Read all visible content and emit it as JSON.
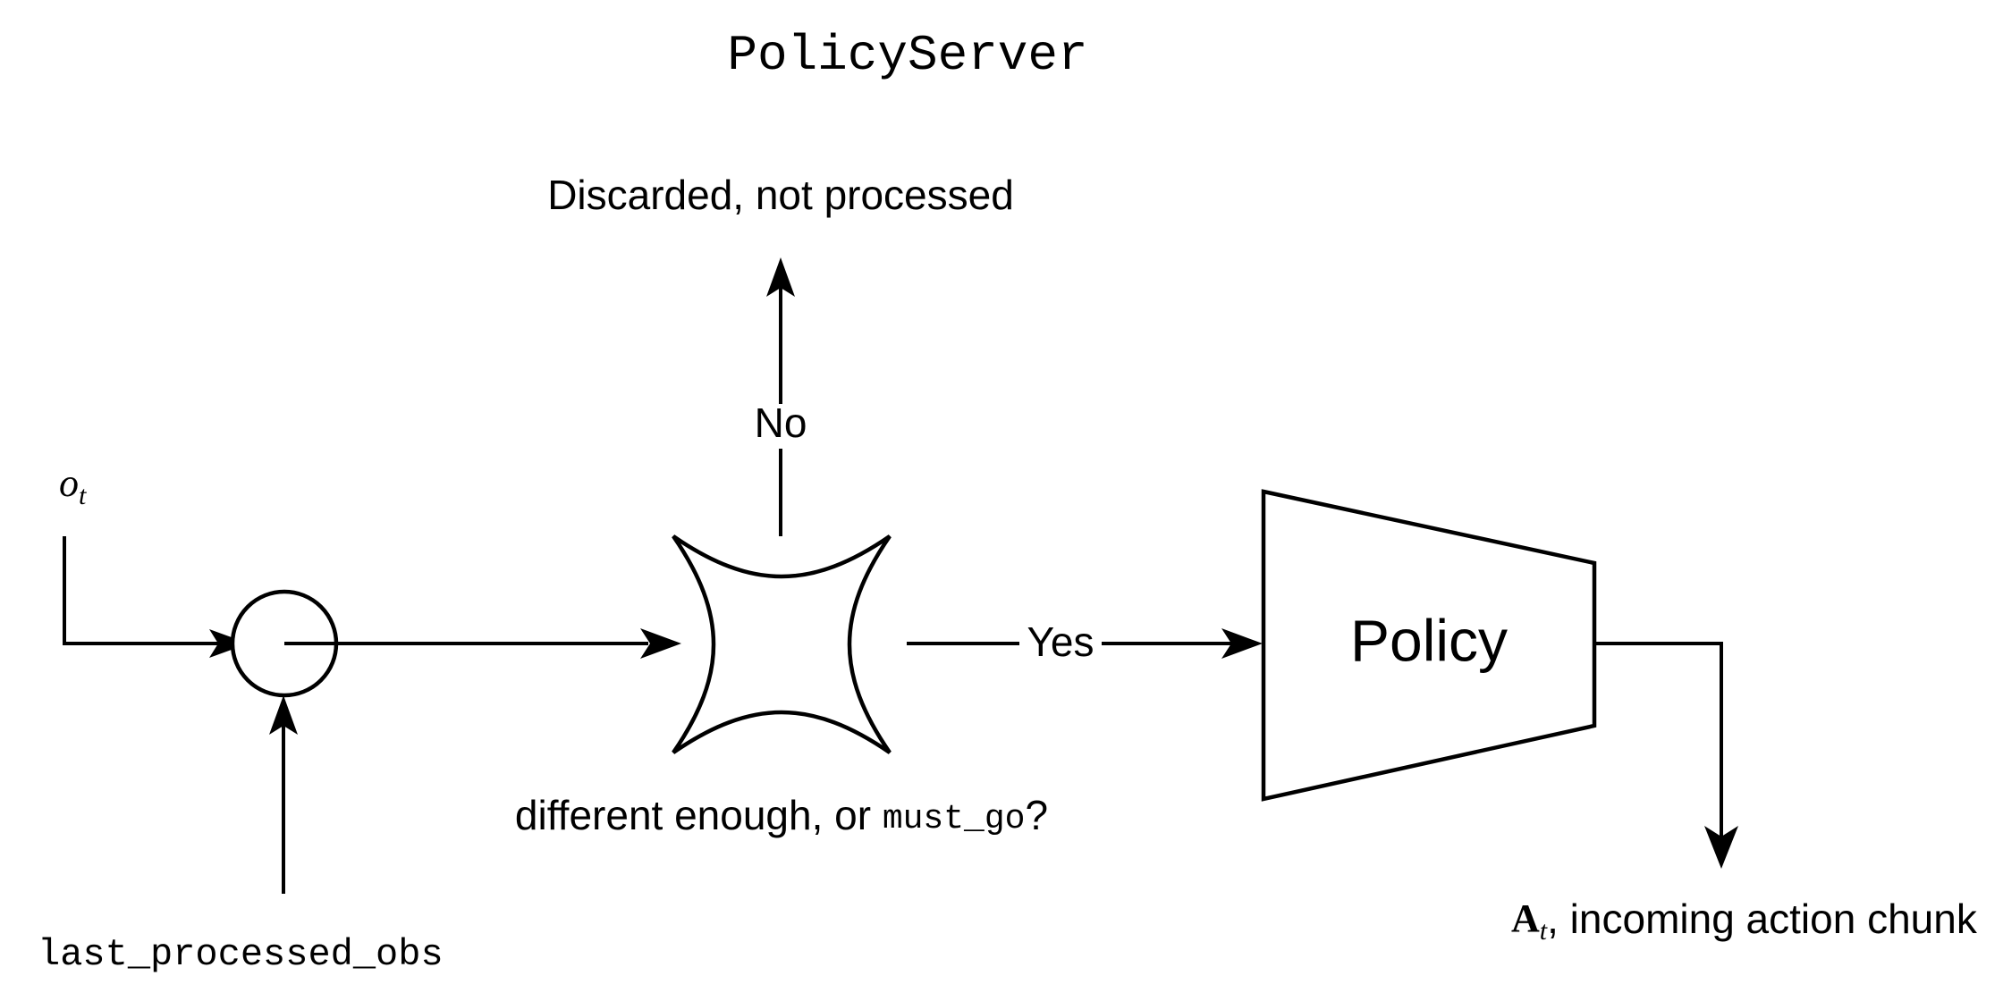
{
  "diagram": {
    "title": "PolicyServer",
    "background_color": "#ffffff",
    "line_color": "#000000",
    "nodes": {
      "merge_circle": {
        "name": "merge-node",
        "label": ""
      },
      "decision": {
        "name": "decision-node",
        "shape": "concave-four-point-star",
        "caption_prefix": "different enough, or ",
        "caption_code": "must_go",
        "caption_suffix": "?"
      },
      "policy": {
        "name": "policy-node",
        "shape": "trapezoid",
        "label": "Policy"
      }
    },
    "edges": {
      "no_branch_label": "No",
      "no_branch_target": "Discarded, not processed",
      "yes_branch_label": "Yes"
    },
    "inputs": {
      "observation_symbol": "o",
      "observation_subscript": "t",
      "last_processed": "last_processed_obs"
    },
    "outputs": {
      "action_symbol": "A",
      "action_subscript": "t",
      "action_caption": ", incoming action chunk"
    }
  }
}
